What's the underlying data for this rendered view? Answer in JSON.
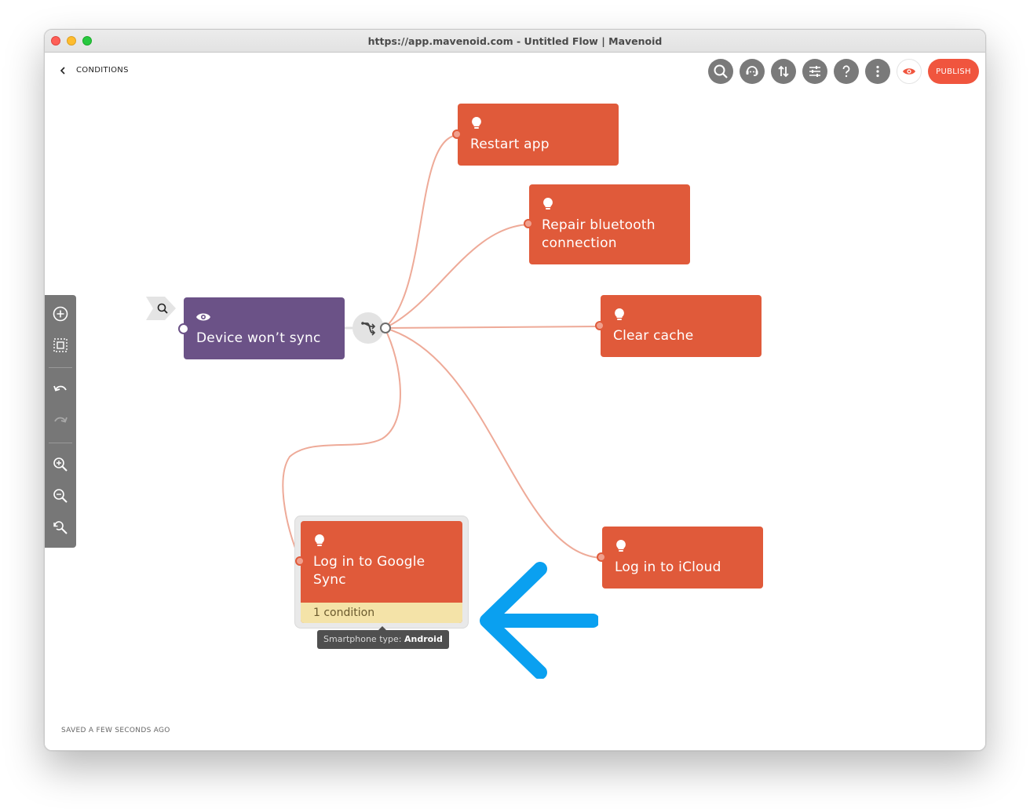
{
  "window": {
    "title": "https://app.mavenoid.com - Untitled Flow | Mavenoid"
  },
  "header": {
    "back_label": "CONDITIONS",
    "publish_label": "PUBLISH"
  },
  "toolbar_icons": [
    "search-icon",
    "chat-support-icon",
    "sort-arrows-icon",
    "sliders-icon",
    "help-icon",
    "more-vertical-icon",
    "preview-eye-icon"
  ],
  "left_tools": [
    "add-node-icon",
    "select-area-icon",
    "undo-icon",
    "redo-icon",
    "zoom-in-icon",
    "zoom-out-icon",
    "zoom-reset-icon"
  ],
  "nodes": {
    "start": {
      "label": "Device won’t sync"
    },
    "restart_app": {
      "label": "Restart app"
    },
    "repair_bluetooth": {
      "label": "Repair bluetooth connection"
    },
    "clear_cache": {
      "label": "Clear cache"
    },
    "google_sync": {
      "label": "Log in to Google Sync",
      "condition": "1 condition"
    },
    "icloud": {
      "label": "Log in to iCloud"
    }
  },
  "tooltip": {
    "key": "Smartphone type:",
    "value": "Android"
  },
  "status": {
    "saved": "SAVED A FEW SECONDS AGO"
  },
  "colors": {
    "solution_node": "#e05a3a",
    "start_node": "#6b5287",
    "edge": "#eeaa98",
    "condition_bar": "#f4e3a8",
    "annotation_arrow": "#0aa0f0",
    "publish": "#f0553e"
  }
}
